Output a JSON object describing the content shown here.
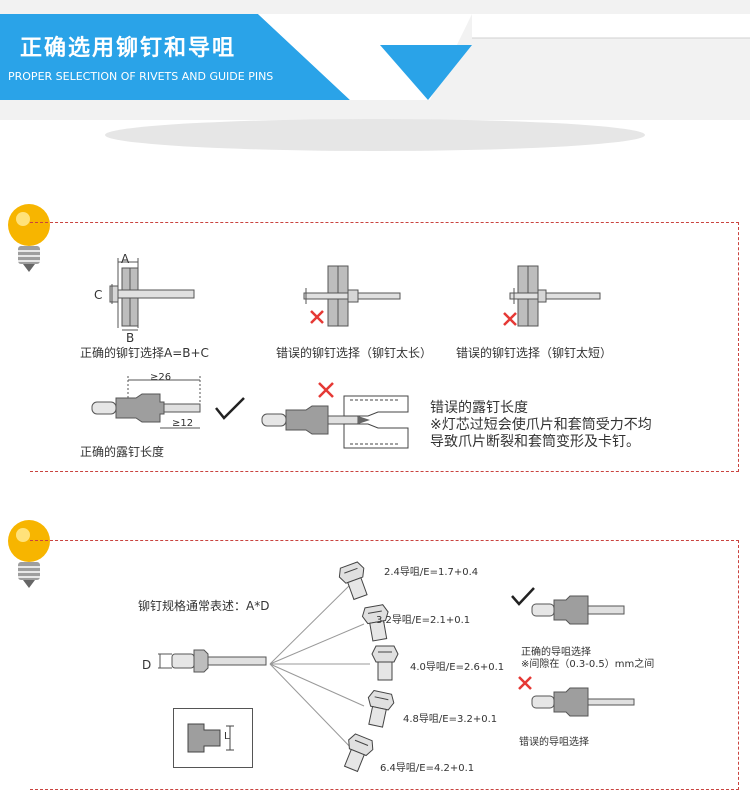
{
  "header": {
    "title": "正确选用铆钉和导咀",
    "subtitle": "PROPER SELECTION OF RIVETS AND GUIDE PINS",
    "accent_color": "#2aa3e8"
  },
  "section1": {
    "icon": "lightbulb-icon",
    "dim_a": "A",
    "dim_b": "B",
    "dim_c": "C",
    "caption_correct": "正确的铆钉选择A=B+C",
    "caption_too_long": "错误的铆钉选择（铆钉太长）",
    "caption_too_short": "错误的铆钉选择（铆钉太短）",
    "dim_26": "≥26",
    "dim_12": "≥12",
    "caption_correct_length": "正确的露钉长度",
    "wrong_length_title": "错误的露钉长度",
    "wrong_length_line1": "※灯芯过短会使爪片和套筒受力不均",
    "wrong_length_line2": "导致爪片断裂和套筒变形及卡钉。"
  },
  "section2": {
    "icon": "lightbulb-icon",
    "spec_label": "铆钉规格通常表述：A*D",
    "dim_d": "D",
    "dim_l": "L",
    "guides": [
      {
        "label": "2.4导咀/E=1.7+0.4"
      },
      {
        "label": "3.2导咀/E=2.1+0.1"
      },
      {
        "label": "4.0导咀/E=2.6+0.1"
      },
      {
        "label": "4.8导咀/E=3.2+0.1"
      },
      {
        "label": "6.4导咀/E=4.2+0.1"
      }
    ],
    "correct_guide_title": "正确的导咀选择",
    "correct_guide_note": "※间隙在（0.3-0.5）mm之间",
    "wrong_guide_title": "错误的导咀选择"
  },
  "colors": {
    "check": "#222222",
    "cross": "#e53935",
    "dashed_border": "#c9433f"
  }
}
